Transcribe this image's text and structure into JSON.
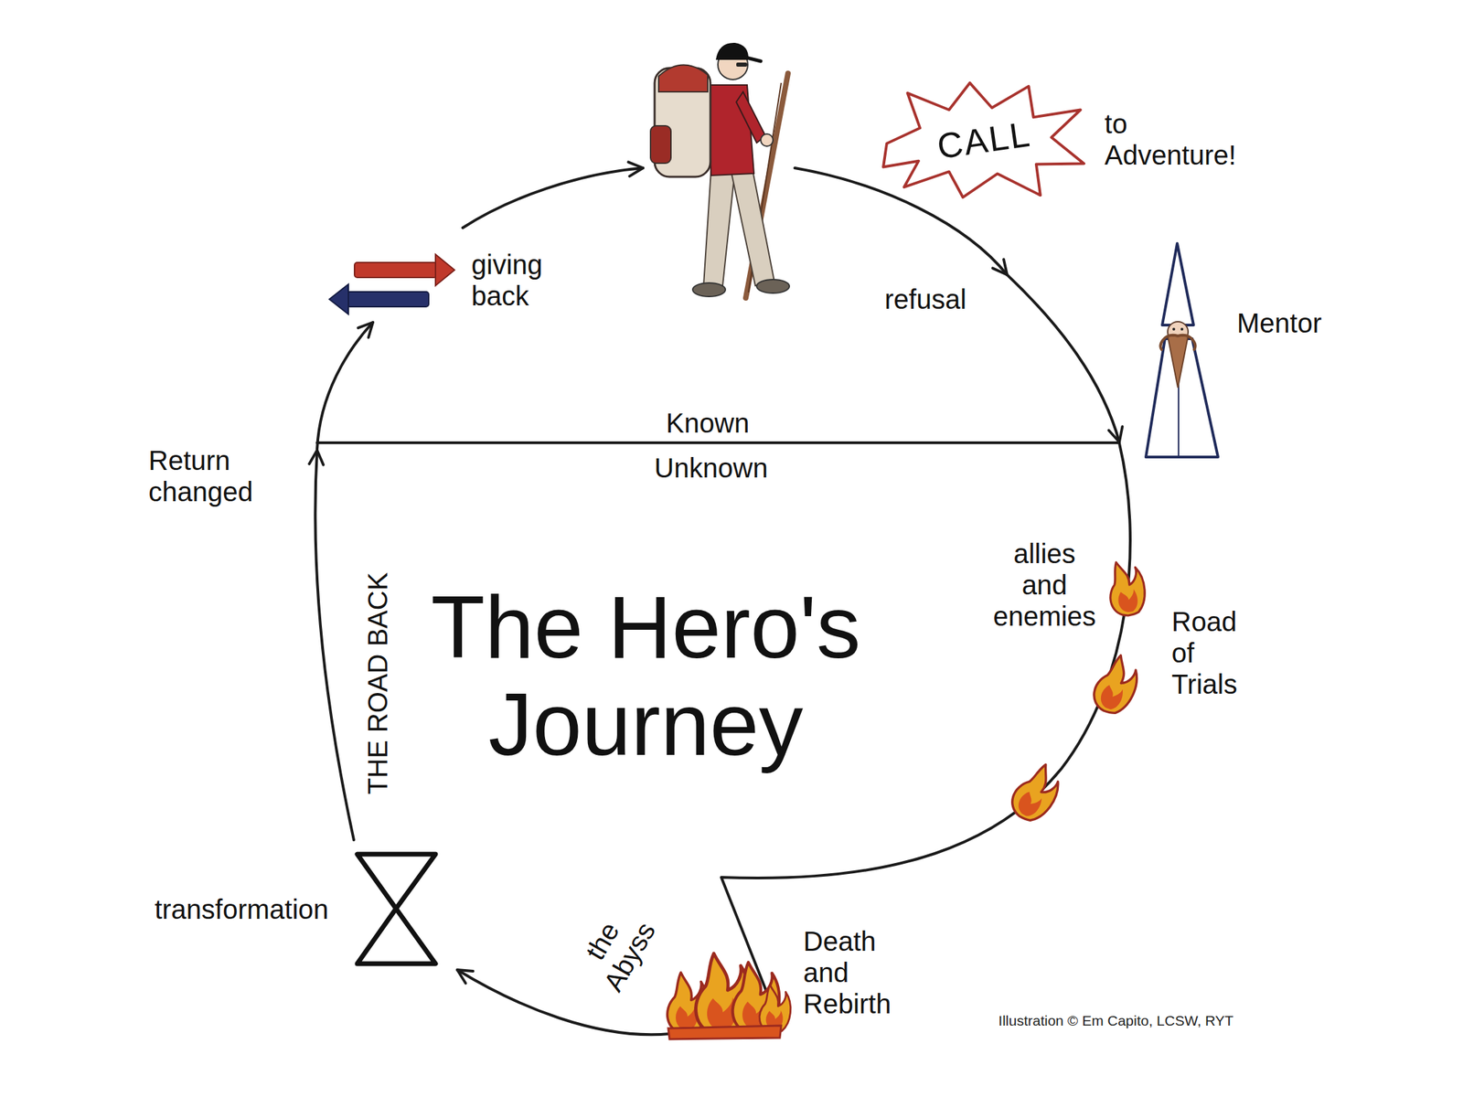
{
  "diagram": {
    "title": "The Hero's Journey",
    "nodes": [
      {
        "text": [
          "CALL"
        ]
      }
    ],
    "labels": [
      "to Adventure!",
      "refusal",
      "Mentor",
      "Known",
      "Unknown",
      "allies and enemies",
      "Road of Trials",
      "Death and Rebirth",
      "the Abyss",
      "transformation",
      "THE ROAD BACK",
      "Return changed",
      "giving back",
      "Illustration © Em Capito, LCSW, RYT"
    ]
  }
}
